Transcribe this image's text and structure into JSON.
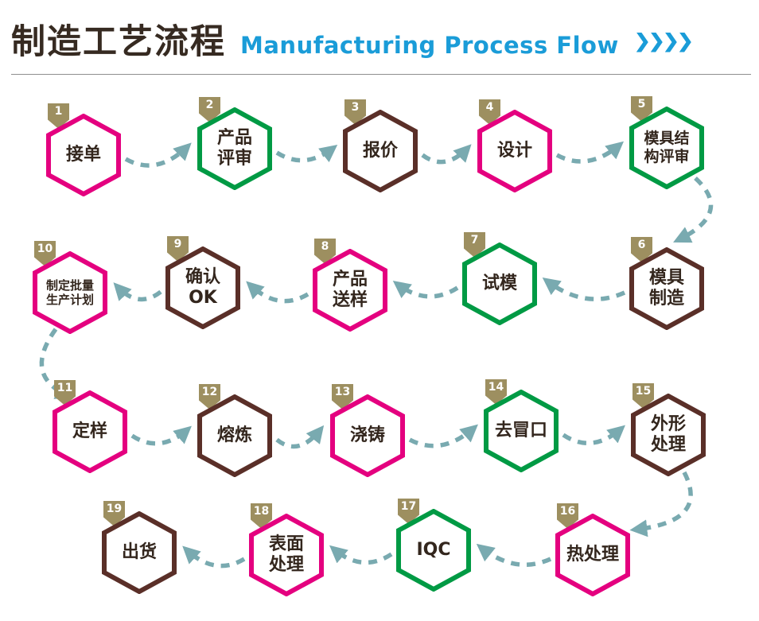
{
  "header": {
    "title_zh": "制造工艺流程",
    "title_en": "Manufacturing Process Flow",
    "chevron_count": 4
  },
  "palette": {
    "accent_blue": "#1a9cd8",
    "title_dark": "#362a21",
    "pink": "#e4007f",
    "green": "#009a44",
    "brown": "#5a2f28",
    "badge": "#9d8f60",
    "arrow": "#79aab0",
    "label_text": "#33261d"
  },
  "nodes": [
    {
      "num": "1",
      "label": "接单",
      "color": "pink"
    },
    {
      "num": "2",
      "label": "产品\n评审",
      "color": "green"
    },
    {
      "num": "3",
      "label": "报价",
      "color": "brown"
    },
    {
      "num": "4",
      "label": "设计",
      "color": "pink"
    },
    {
      "num": "5",
      "label": "模具结\n构评审",
      "color": "green"
    },
    {
      "num": "6",
      "label": "模具\n制造",
      "color": "brown"
    },
    {
      "num": "7",
      "label": "试模",
      "color": "green"
    },
    {
      "num": "8",
      "label": "产品\n送样",
      "color": "pink"
    },
    {
      "num": "9",
      "label": "确认\nOK",
      "color": "brown"
    },
    {
      "num": "10",
      "label": "制定批量\n生产计划",
      "color": "pink"
    },
    {
      "num": "11",
      "label": "定样",
      "color": "pink"
    },
    {
      "num": "12",
      "label": "熔炼",
      "color": "brown"
    },
    {
      "num": "13",
      "label": "浇铸",
      "color": "pink"
    },
    {
      "num": "14",
      "label": "去冒口",
      "color": "green"
    },
    {
      "num": "15",
      "label": "外形\n处理",
      "color": "brown"
    },
    {
      "num": "16",
      "label": "热处理",
      "color": "pink"
    },
    {
      "num": "17",
      "label": "IQC",
      "color": "green"
    },
    {
      "num": "18",
      "label": "表面\n处理",
      "color": "pink"
    },
    {
      "num": "19",
      "label": "出货",
      "color": "brown"
    }
  ]
}
